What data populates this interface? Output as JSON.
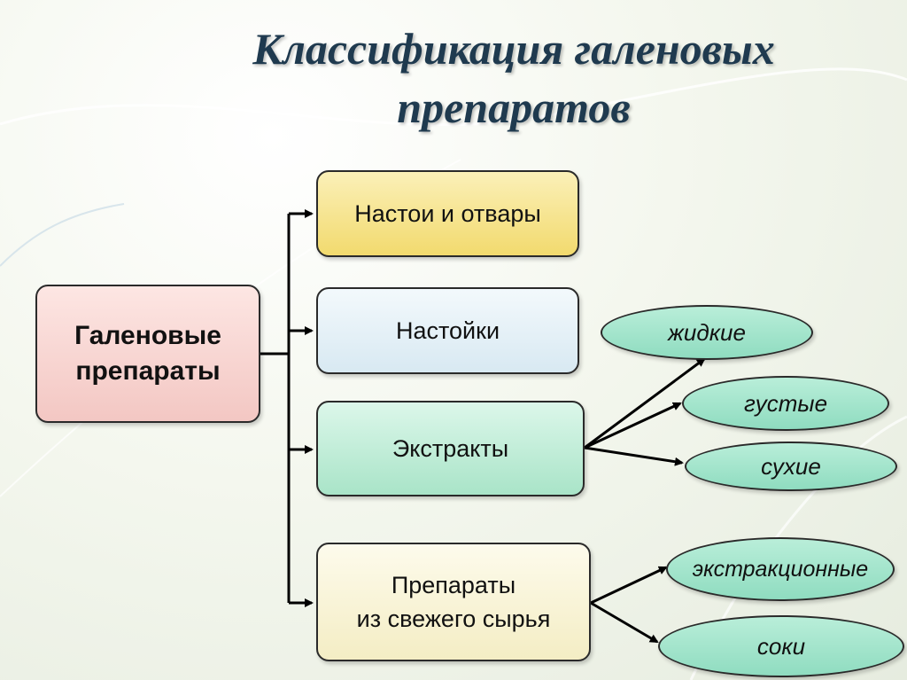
{
  "title": {
    "line1": "Классификация галеновых",
    "line2": "препаратов"
  },
  "root": {
    "line1": "Галеновые",
    "line2": "препараты"
  },
  "categories": {
    "infusions": "Настои и отвары",
    "tinctures": "Настойки",
    "extracts": "Экстракты",
    "fresh_line1": "Препараты",
    "fresh_line2": "из свежего сырья"
  },
  "extract_types": {
    "liquid": "жидкие",
    "thick": "густые",
    "dry": "сухие"
  },
  "fresh_types": {
    "extraction": "экстракционные",
    "juices": "соки"
  },
  "colors": {
    "root_fill": "#f8d7d4",
    "infusions_fill": "#f7e79a",
    "tinctures_fill": "#e4f1f8",
    "extracts_fill": "#bfeed8",
    "fresh_fill": "#faf6dc",
    "oval_fill": "#a6e6cd"
  }
}
